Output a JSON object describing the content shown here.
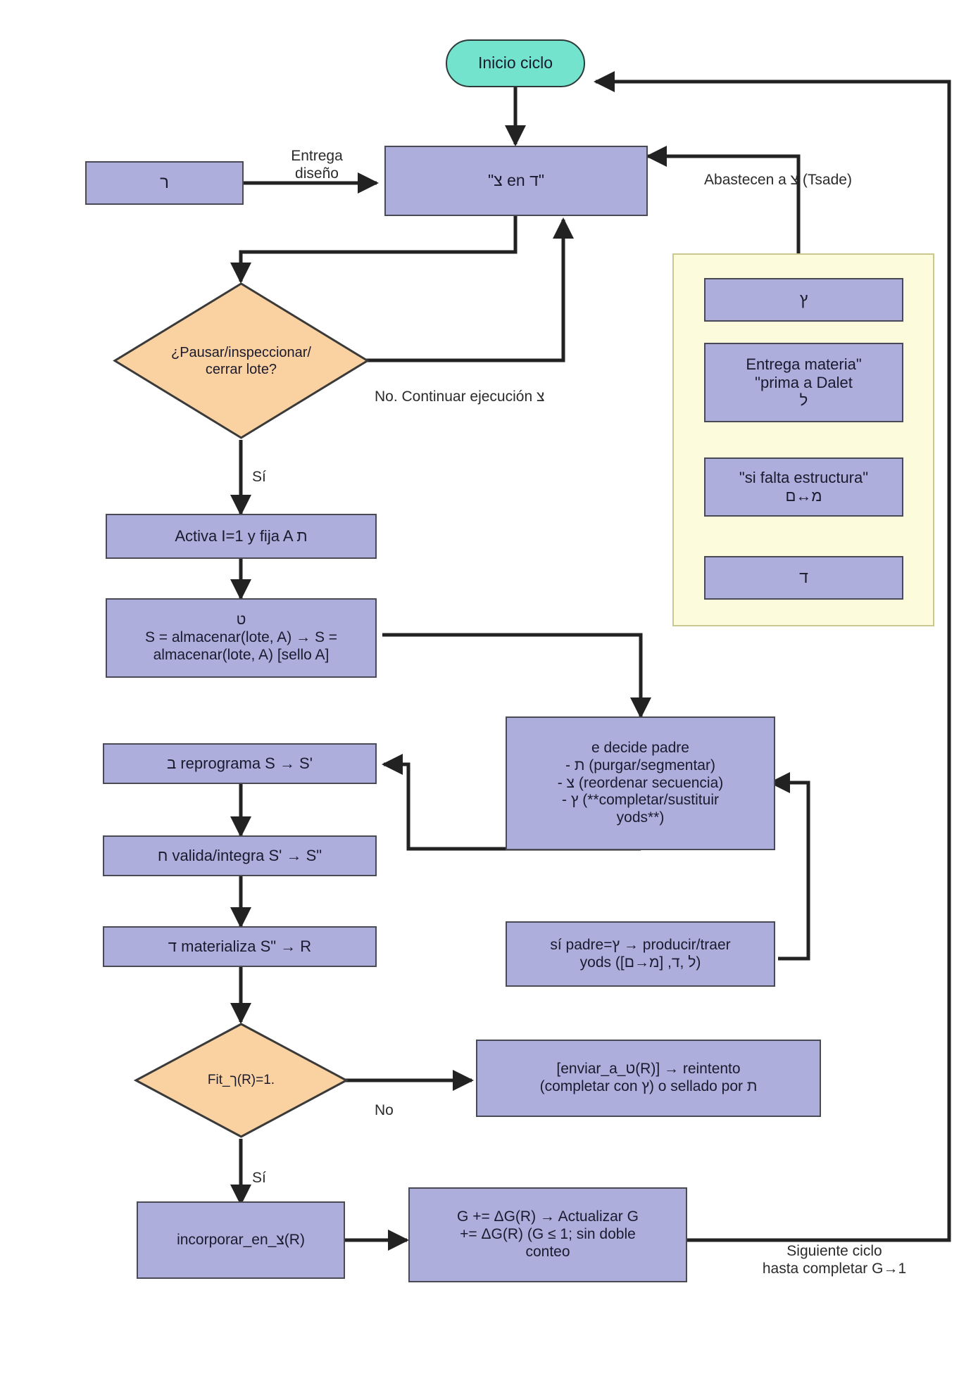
{
  "diagram": {
    "title": "Flujo de ciclo de produccion",
    "colors": {
      "process_fill": "#aeaedd",
      "process_border": "#4a4a55",
      "terminator_fill": "#73e3cd",
      "terminator_border": "#2d3a3a",
      "decision_fill": "#fad1a0",
      "decision_border": "#3a3a3a",
      "group_fill": "#fcfcdc",
      "group_border": "#c9c98f",
      "edge": "#222222",
      "text": "#1a1a2e",
      "background": "#ffffff"
    }
  },
  "nodes": {
    "start": {
      "label": "Inicio ciclo",
      "shape": "terminator"
    },
    "resh": {
      "label": "ר",
      "shape": "process"
    },
    "tsade_en_dalet": {
      "label": "\"צ en ד\"",
      "shape": "process"
    },
    "decision_pause": {
      "label": "¿Pausar/inspeccionar/\ncerrar lote?",
      "shape": "decision"
    },
    "activa": {
      "label": "Activa I=1 y fija A ת",
      "shape": "process"
    },
    "almacenar": {
      "label": "ט\nS = almacenar(lote, A) → S =\nalmacenar(lote, A) [sello A]",
      "shape": "process"
    },
    "decide_padre": {
      "label": "e decide padre\n- ת (purgar/segmentar)\n- צ (reordenar secuencia)\n- ץ (**completar/sustituir\nyods**)",
      "shape": "process"
    },
    "reprograma": {
      "label": "ב reprograma S → S'",
      "shape": "process"
    },
    "valida": {
      "label": "ח valida/integra S' → S\"",
      "shape": "process"
    },
    "materializa": {
      "label": "ד materializa S\" → R",
      "shape": "process"
    },
    "padre_yods": {
      "label": "sí padre=ץ → producir/traer\nyods ([מ→ם] ,ל ,ד)",
      "shape": "process"
    },
    "decision_fit": {
      "label": "Fit_ך(R)=1.",
      "shape": "decision"
    },
    "reintento": {
      "label": "[enviar_a_ט(R)]  → reintento\n(completar con ץ) o sellado por ת",
      "shape": "process"
    },
    "incorporar": {
      "label": "incorporar_en_צ(R)",
      "shape": "process"
    },
    "actualizar_g": {
      "label": "G += ΔG(R) → Actualizar G\n+= ΔG(R) (G ≤ 1; sin doble\nconteo",
      "shape": "process"
    }
  },
  "group_panel": {
    "label": "",
    "items": [
      {
        "label": "ץ"
      },
      {
        "label": "Entrega materia\"\n\"prima a Dalet\nל"
      },
      {
        "label": "\"si falta estructura\"\nמ↔ם"
      },
      {
        "label": "ד"
      }
    ]
  },
  "edge_labels": {
    "entrega_diseno": "Entrega\ndiseño",
    "abastecen": "Abastecen a צ (Tsade)",
    "no_continuar": "No. Continuar ejecución צ",
    "si_pause": "Sí",
    "no_fit": "No",
    "si_fit": "Sí",
    "siguiente_ciclo": "Siguiente ciclo\nhasta completar G→1"
  }
}
